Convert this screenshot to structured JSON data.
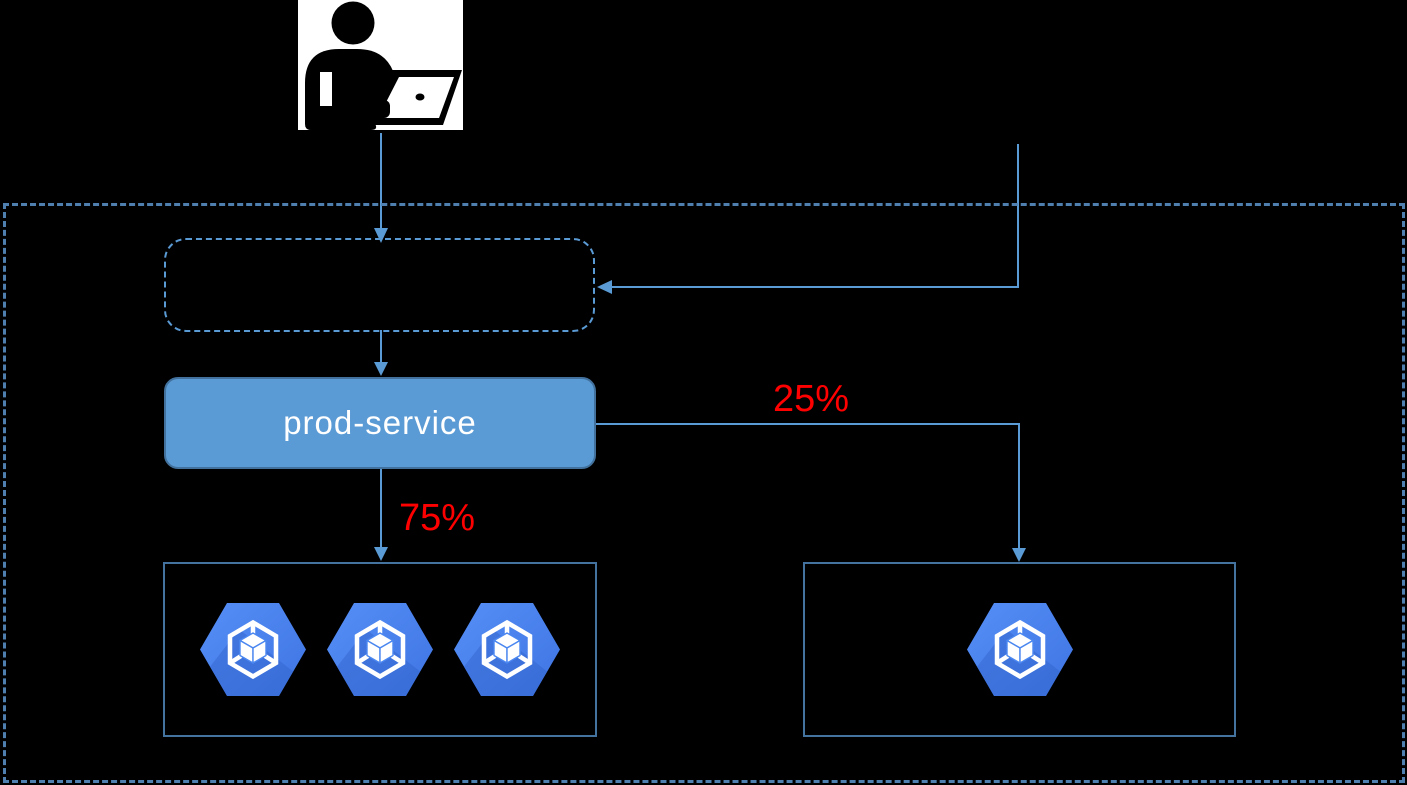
{
  "diagram": {
    "service": {
      "label": "prod-service"
    },
    "traffic": {
      "left_percent": "75%",
      "right_percent": "25%"
    },
    "clusters": [
      {
        "id": "left",
        "node_count": 3
      },
      {
        "id": "right",
        "node_count": 1
      }
    ],
    "icons": {
      "user": "person-laptop-icon",
      "node": "gke-hexagon-icon"
    }
  },
  "colors": {
    "background": "#000000",
    "line": "#5B9BD5",
    "outer_dash": "#4F7FAF",
    "cluster_border": "#44739F",
    "service_fill": "#5B9BD5",
    "service_border": "#41719C",
    "service_text": "#FFFFFF",
    "weight_color": "#FF0000",
    "node_fill": "#4B87F0",
    "node_fill_light": "#568FF7",
    "node_fill_dark": "#3E74E2",
    "node_shadow": "#3061C9",
    "node_glyph": "#FFFFFF",
    "icon_bg": "#FFFFFF",
    "icon_fg": "#000000"
  }
}
